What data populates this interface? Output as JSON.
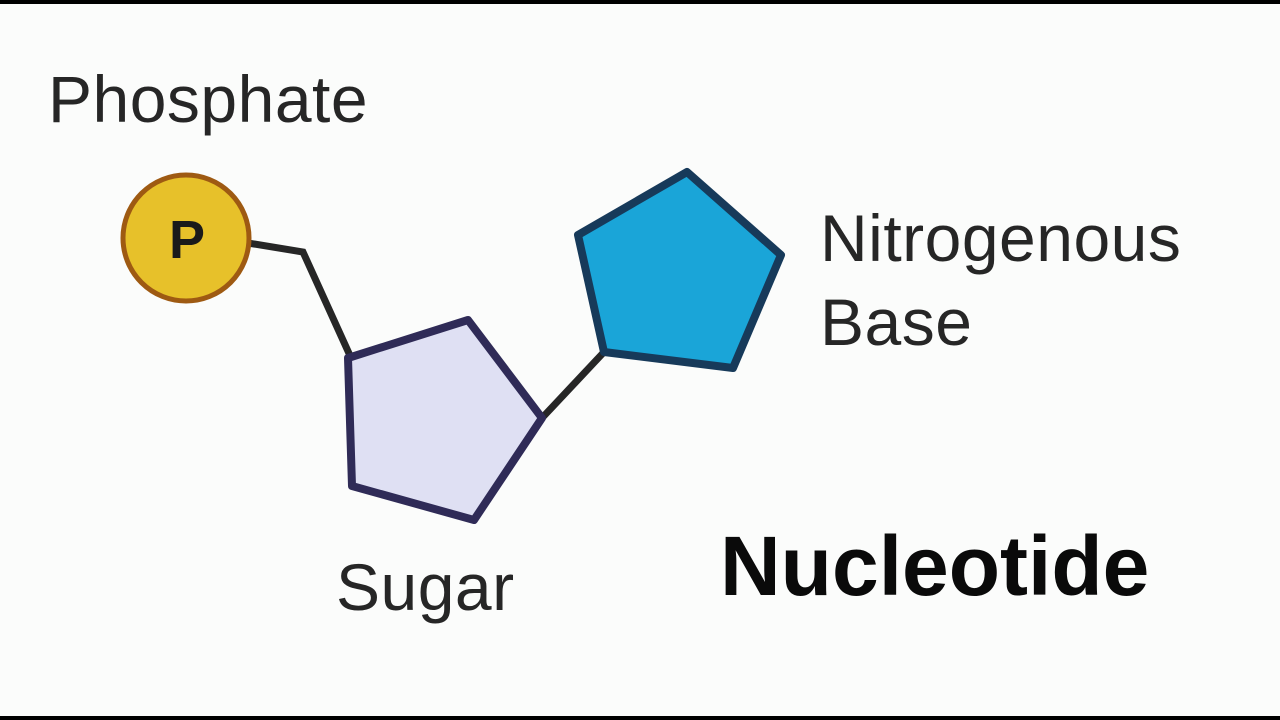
{
  "labels": {
    "phosphate": "Phosphate",
    "base_line1": "Nitrogenous",
    "base_line2": "Base",
    "sugar": "Sugar",
    "title": "Nucleotide"
  },
  "phosphate_symbol": "P",
  "colors": {
    "phosphate_fill": "#e7c12a",
    "phosphate_stroke": "#9e5a12",
    "sugar_fill": "#dfe0f3",
    "sugar_stroke": "#2f2b57",
    "base_fill": "#1aa5d8",
    "base_stroke": "#173a5a",
    "bond": "#262626"
  }
}
